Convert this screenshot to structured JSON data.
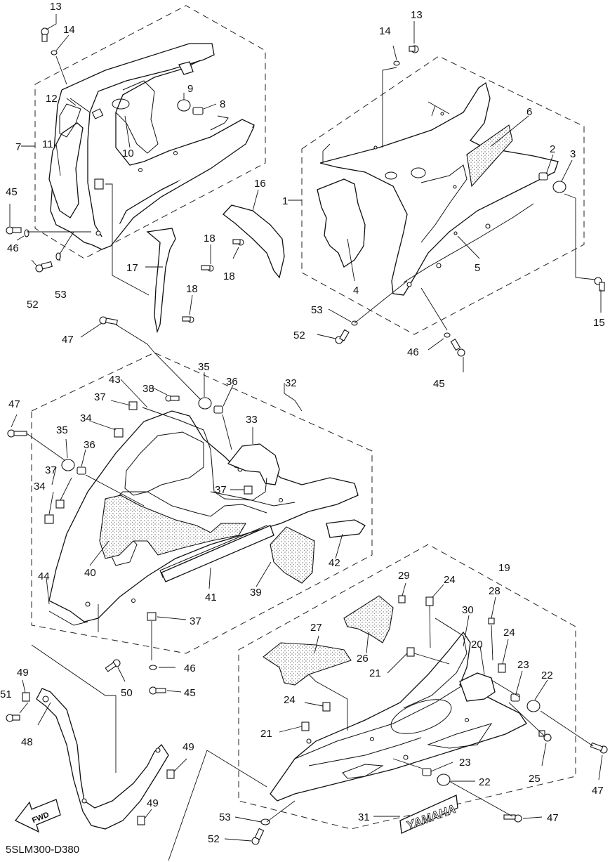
{
  "diagram_code": "5SLM300-D380",
  "logo_text": "YAMAHA",
  "fwd_label": "FWD",
  "callouts": {
    "c1": "1",
    "c2": "2",
    "c3": "3",
    "c4": "4",
    "c5": "5",
    "c6": "6",
    "c7": "7",
    "c8": "8",
    "c9": "9",
    "c10": "10",
    "c11": "11",
    "c12": "12",
    "c13a": "13",
    "c13b": "13",
    "c14a": "14",
    "c14b": "14",
    "c15": "15",
    "c16": "16",
    "c17": "17",
    "c18a": "18",
    "c18b": "18",
    "c18c": "18",
    "c19": "19",
    "c20": "20",
    "c21a": "21",
    "c21b": "21",
    "c22a": "22",
    "c22b": "22",
    "c23a": "23",
    "c23b": "23",
    "c24a": "24",
    "c24b": "24",
    "c24c": "24",
    "c25": "25",
    "c26": "26",
    "c27": "27",
    "c28": "28",
    "c29": "29",
    "c30": "30",
    "c31": "31",
    "c32": "32",
    "c33": "33",
    "c34a": "34",
    "c34b": "34",
    "c35a": "35",
    "c35b": "35",
    "c36a": "36",
    "c36b": "36",
    "c37a": "37",
    "c37b": "37",
    "c37c": "37",
    "c37d": "37",
    "c38": "38",
    "c39": "39",
    "c40": "40",
    "c41": "41",
    "c42": "42",
    "c43": "43",
    "c44": "44",
    "c45a": "45",
    "c45b": "45",
    "c45c": "45",
    "c46a": "46",
    "c46b": "46",
    "c46c": "46",
    "c47a": "47",
    "c47b": "47",
    "c47c": "47",
    "c47d": "47",
    "c48": "48",
    "c49a": "49",
    "c49b": "49",
    "c49c": "49",
    "c50": "50",
    "c51": "51",
    "c52a": "52",
    "c52b": "52",
    "c52c": "52",
    "c53a": "53",
    "c53b": "53",
    "c53c": "53"
  }
}
